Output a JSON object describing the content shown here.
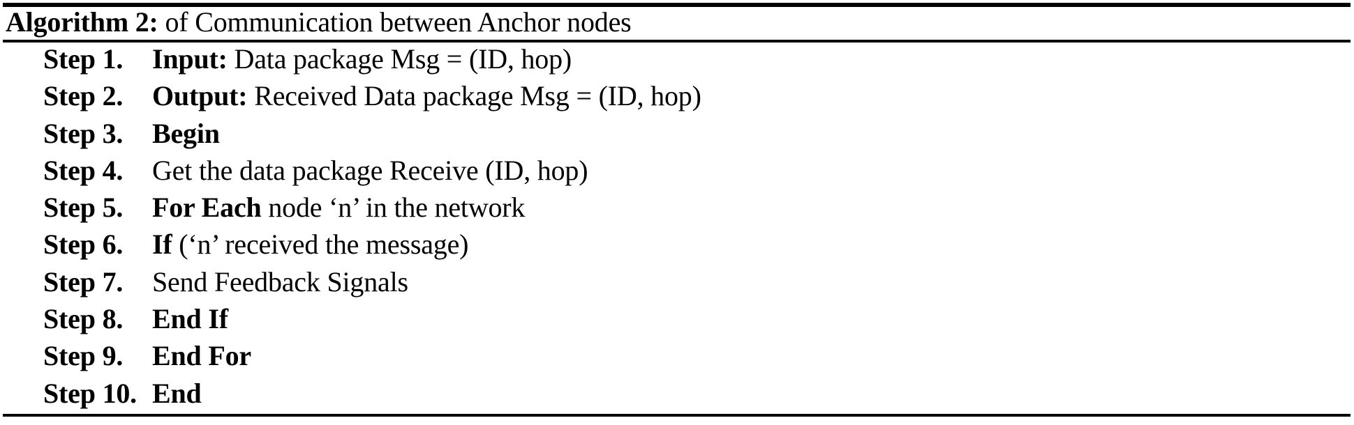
{
  "algorithm": {
    "title_label": "Algorithm 2:",
    "title_caption": " of Communication between Anchor nodes",
    "steps": [
      {
        "label": "Step 1.",
        "keyword": "Input:",
        "text": " Data package Msg = (ID, hop)"
      },
      {
        "label": "Step 2.",
        "keyword": "Output:",
        "text": " Received Data package Msg = (ID, hop)"
      },
      {
        "label": "Step 3.",
        "keyword": "Begin",
        "text": ""
      },
      {
        "label": "Step 4.",
        "keyword": "",
        "text": "Get the data package Receive (ID, hop)"
      },
      {
        "label": "Step 5.",
        "keyword": "For Each",
        "text": " node ‘n’ in the network"
      },
      {
        "label": "Step 6.",
        "keyword": "If",
        "text": " (‘n’ received the message)"
      },
      {
        "label": "Step 7.",
        "keyword": "",
        "text": "Send Feedback Signals"
      },
      {
        "label": "Step 8.",
        "keyword": "End If",
        "text": ""
      },
      {
        "label": "Step 9.",
        "keyword": "End For",
        "text": ""
      },
      {
        "label": "Step 10.",
        "keyword": "End",
        "text": ""
      }
    ]
  }
}
